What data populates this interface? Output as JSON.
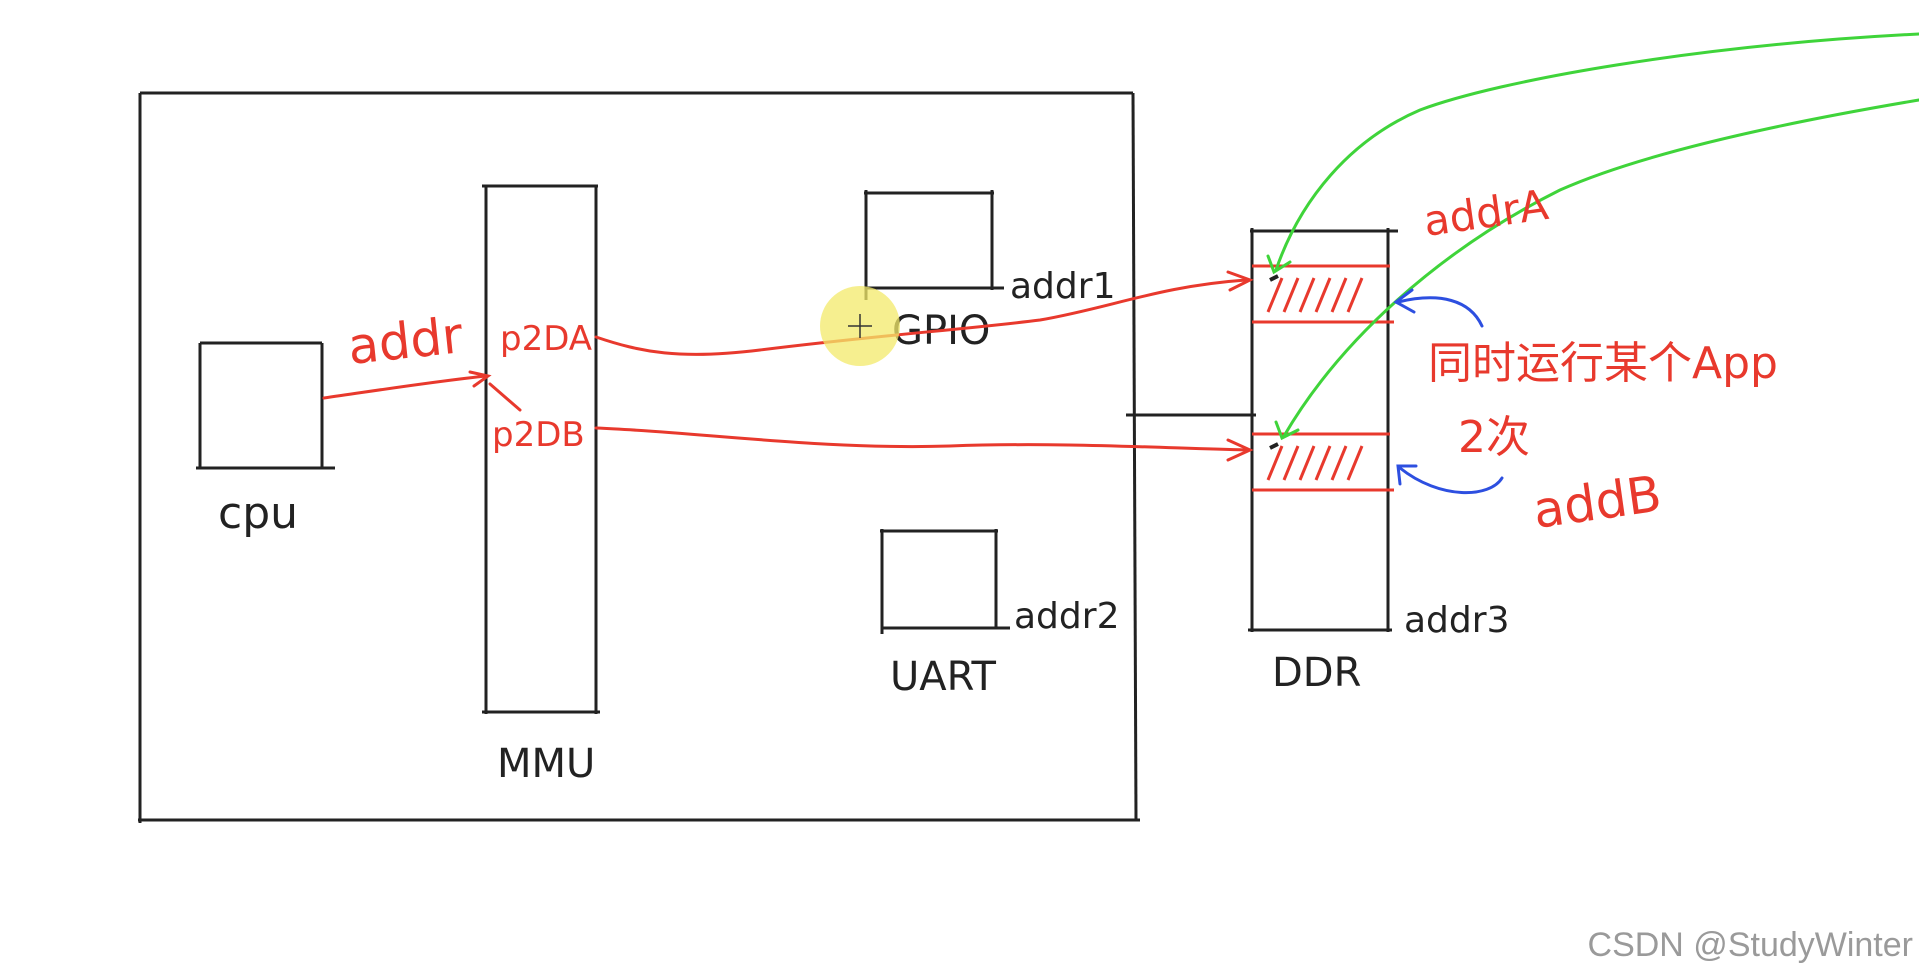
{
  "colors": {
    "ink": "#222222",
    "red": "#e8392d",
    "green": "#3fd43a",
    "blue": "#2d4fe0",
    "cursor_highlight": "#f3e96a"
  },
  "labels": {
    "cpu": "cpu",
    "mmu": "MMU",
    "gpio": "GPIO",
    "uart": "UART",
    "ddr": "DDR",
    "addr": "addr",
    "addr1": "addr1",
    "addr2": "addr2",
    "addr3": "addr3",
    "p2dA": "p2DA",
    "p2dB": "p2DB",
    "addrA": "addrA",
    "addB": "addB",
    "note_multiple_apps": "同时运行某个App",
    "note_twice": "2次"
  },
  "watermark": "CSDN @StudyWinter"
}
